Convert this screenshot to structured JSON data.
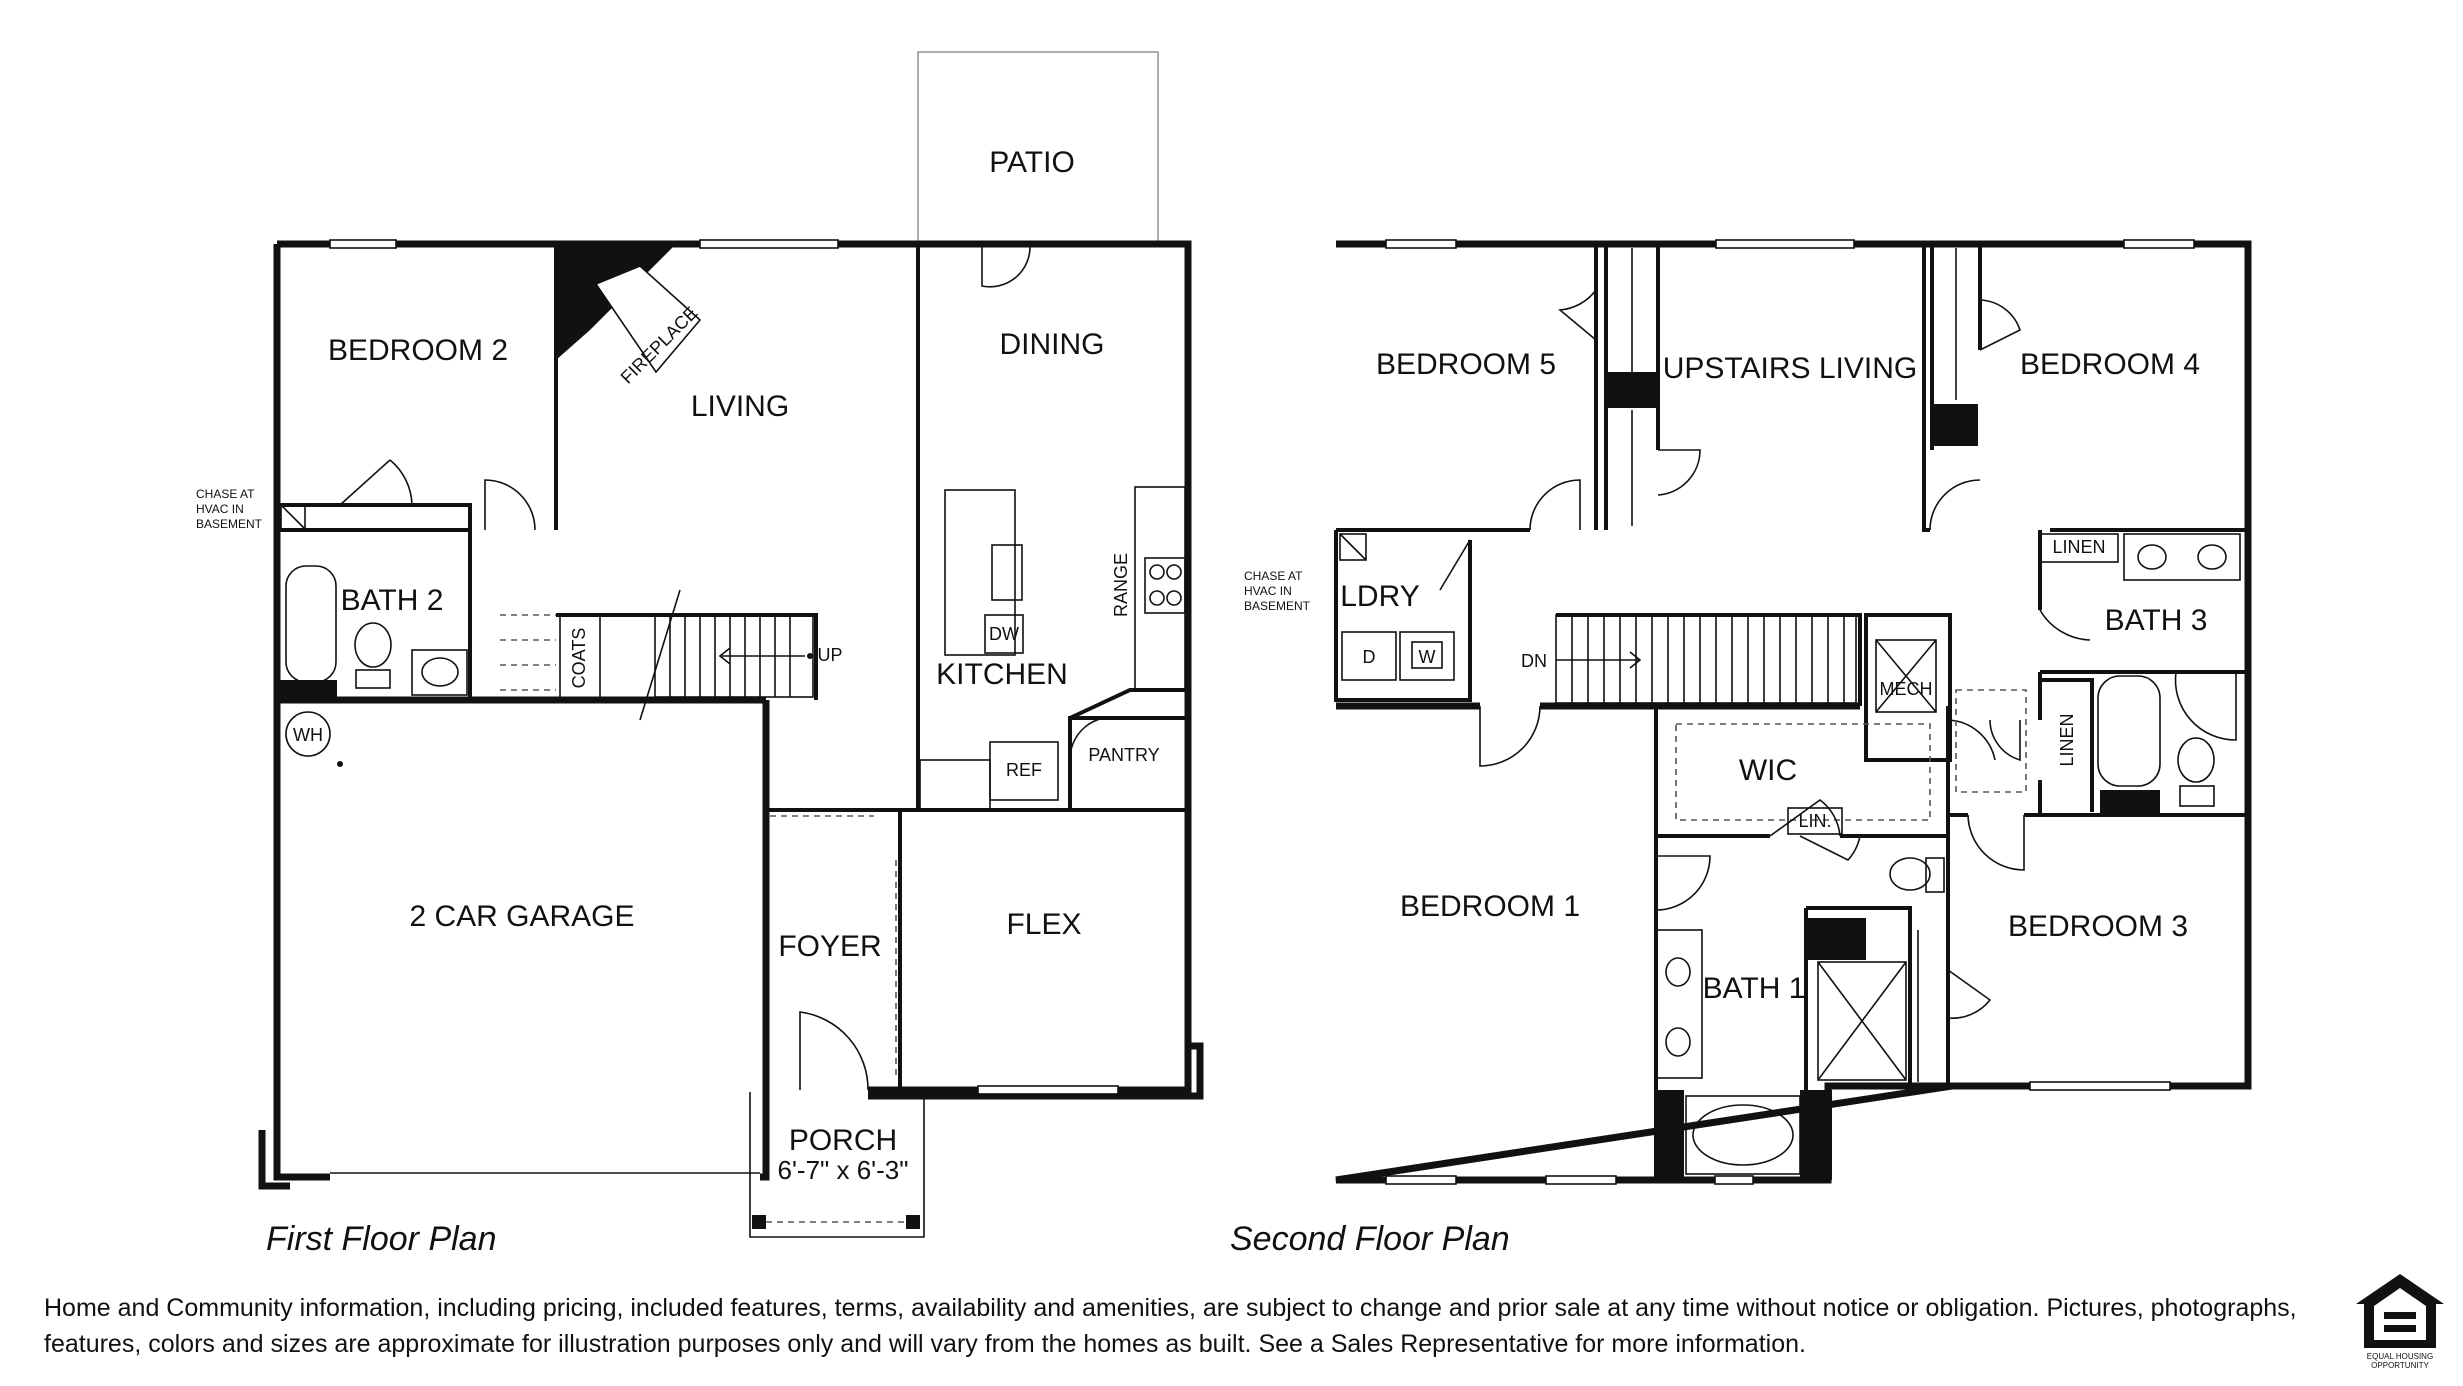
{
  "first_floor": {
    "caption": "First Floor Plan",
    "rooms": {
      "patio": "PATIO",
      "bedroom2": "BEDROOM 2",
      "living": "LIVING",
      "dining": "DINING",
      "fireplace": "FIREPLACE",
      "bath2": "BATH 2",
      "coats": "COATS",
      "up": "UP",
      "range": "RANGE",
      "dw": "DW",
      "kitchen": "KITCHEN",
      "ref": "REF",
      "pantry": "PANTRY",
      "wh": "WH",
      "garage": "2 CAR GARAGE",
      "foyer": "FOYER",
      "flex": "FLEX",
      "porch": "PORCH",
      "porch_size": "6'-7\" x 6'-3\""
    },
    "chase_note": [
      "CHASE AT",
      "HVAC IN",
      "BASEMENT"
    ]
  },
  "second_floor": {
    "caption": "Second Floor Plan",
    "rooms": {
      "bedroom5": "BEDROOM 5",
      "upstairs_living": "UPSTAIRS LIVING",
      "bedroom4": "BEDROOM 4",
      "linen_top": "LINEN",
      "ldry": "LDRY",
      "d": "D",
      "w": "W",
      "dn": "DN",
      "mech": "MECH",
      "bath3": "BATH 3",
      "linen_side": "LINEN",
      "wic": "WIC",
      "lin": "LIN.",
      "bedroom1": "BEDROOM 1",
      "bath1": "BATH 1",
      "bedroom3": "BEDROOM 3"
    },
    "chase_note": [
      "CHASE AT",
      "HVAC IN",
      "BASEMENT"
    ]
  },
  "disclaimer": "Home and Community information, including pricing, included features, terms, availability and amenities, are subject to change and prior sale at any time without notice or obligation. Pictures, photographs, features, colors and sizes are approximate for illustration purposes only and will vary from the homes as built. See a Sales Representative for more information.",
  "logo_text": [
    "EQUAL HOUSING",
    "OPPORTUNITY"
  ]
}
